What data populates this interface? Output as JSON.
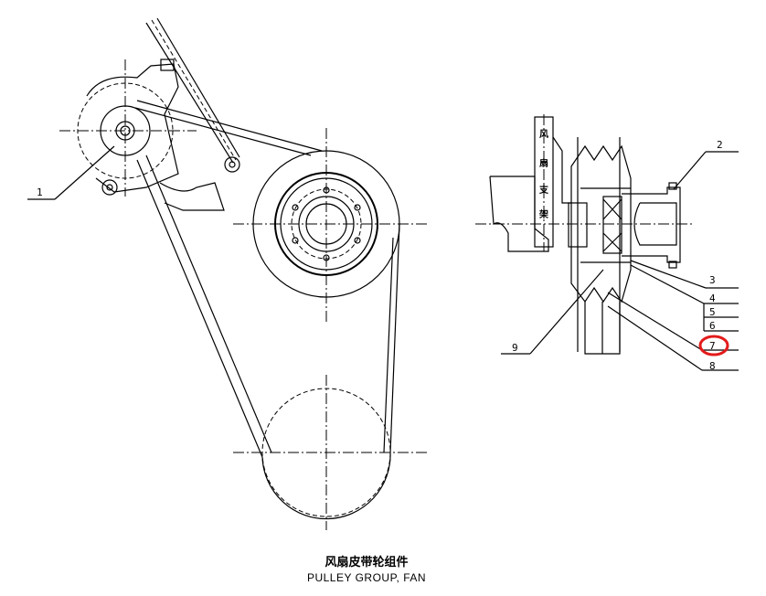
{
  "title_cn": "风扇皮带轮组件",
  "title_en": "PULLEY GROUP, FAN",
  "bracket_label_chars": [
    "风",
    "扇",
    "支",
    "架"
  ],
  "part_labels": [
    "1",
    "2",
    "3",
    "4",
    "5",
    "6",
    "7",
    "8",
    "9"
  ],
  "highlighted_label": "7",
  "highlight_color": "#e31b1b"
}
